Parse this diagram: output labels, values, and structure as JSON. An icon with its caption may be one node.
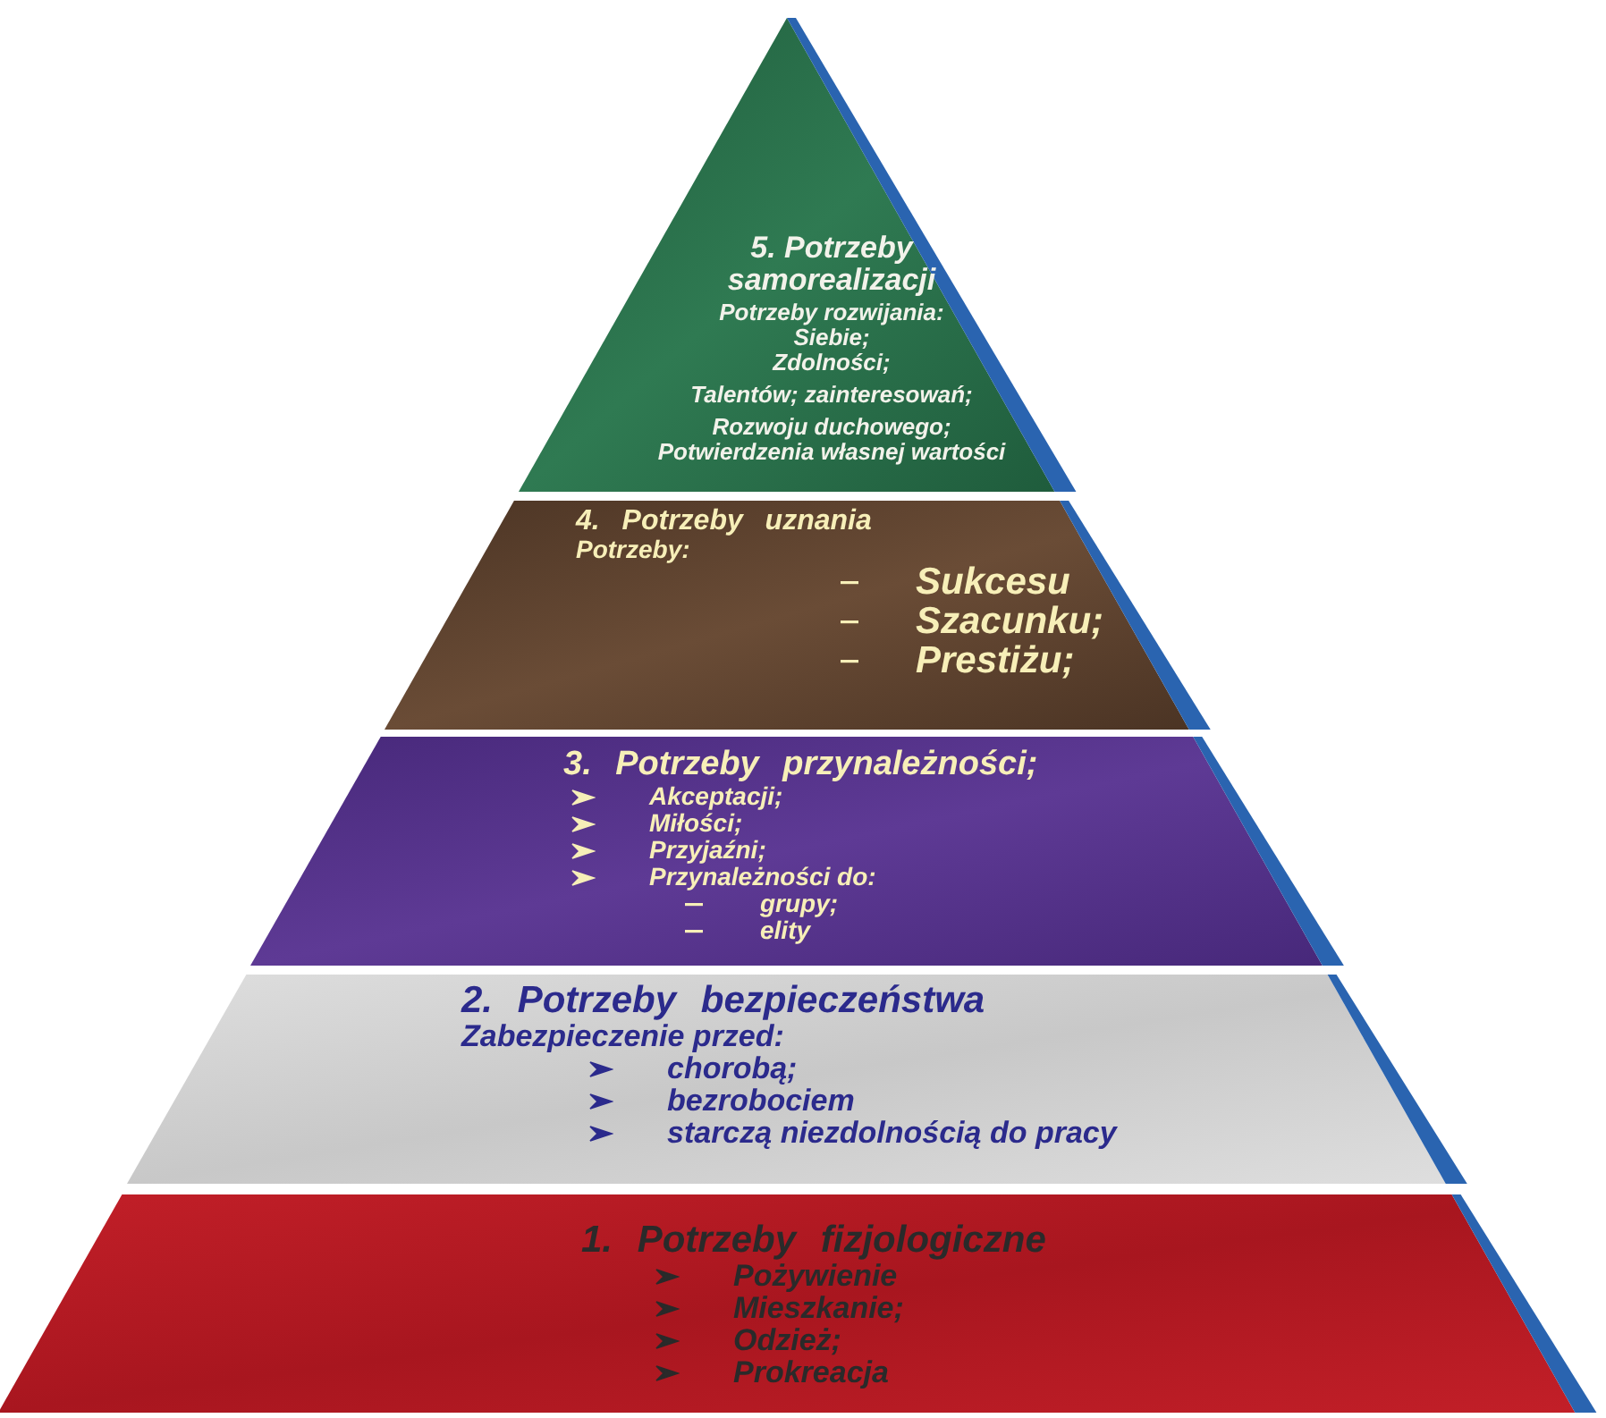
{
  "diagram": {
    "nodes": [
      {
        "text": [
          "5. Potrzeby samorealizacji",
          "Potrzeby rozwijania:",
          "Siebie;",
          "Zdolności;",
          "Talentów; zainteresowań;",
          "Rozwoju duchowego;",
          "Potwierdzenia własnej wartości"
        ]
      },
      {
        "text": [
          "4. Potrzeby uznania",
          "Potrzeby:",
          "Sukcesu",
          "Szacunku;",
          "Prestiżu;"
        ]
      },
      {
        "text": [
          "3. Potrzeby przynależności;",
          "Akceptacji;",
          "Miłości;",
          "Przyjaźni;",
          "Przynależności do:",
          "grupy;",
          "elity"
        ]
      },
      {
        "text": [
          "2. Potrzeby bezpieczeństwa",
          "Zabezpieczenie przed:",
          "chorobą;",
          "bezrobociem",
          "starczą niezdolnością do pracy"
        ]
      },
      {
        "text": [
          "1. Potrzeby fizjologiczne",
          "Pożywienie",
          "Mieszkanie;",
          "Odzież;",
          "Prokreacja"
        ]
      }
    ]
  }
}
